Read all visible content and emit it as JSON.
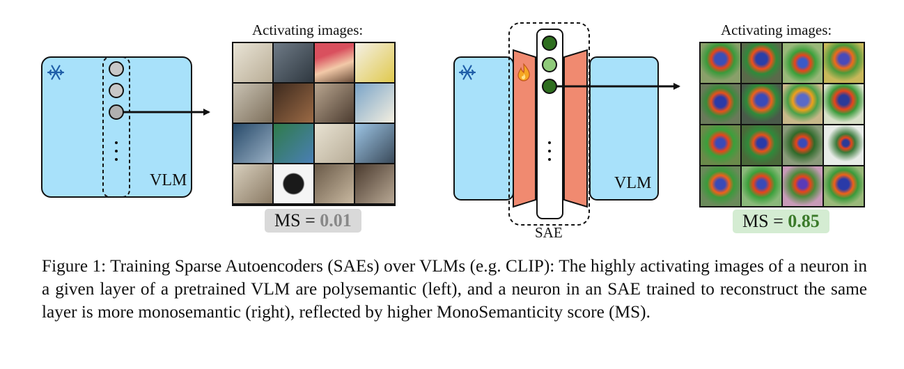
{
  "left_panel": {
    "title": "Activating images:",
    "model_label": "VLM",
    "ms_prefix": "MS = ",
    "ms_value": "0.01",
    "ms_badge_color": "#d9d9d9",
    "ms_value_color": "#888888"
  },
  "right_panel": {
    "title": "Activating images:",
    "model_label": "VLM",
    "sae_label": "SAE",
    "ms_prefix": "MS = ",
    "ms_value": "0.85",
    "ms_badge_color": "#d4ecd2",
    "ms_value_color": "#3b7a2a"
  },
  "icons": [
    "snowflake-icon",
    "fire-icon",
    "arrow-icon"
  ],
  "colors": {
    "vlm_fill": "#a8e1fa",
    "sae_fill": "#f08a70",
    "neuron_gray": "#c8c8c8",
    "neuron_green_dark": "#2e6e1f",
    "neuron_green_light": "#8fca7a"
  },
  "caption": "Figure 1: Training Sparse Autoencoders (SAEs) over VLMs (e.g. CLIP): The highly activating images of a neuron in a given layer of a pretrained VLM are polysemantic (left), and a neuron in an SAE trained to reconstruct the same layer is more monosemantic (right), reflected by higher MonoSemanticity score (MS)."
}
